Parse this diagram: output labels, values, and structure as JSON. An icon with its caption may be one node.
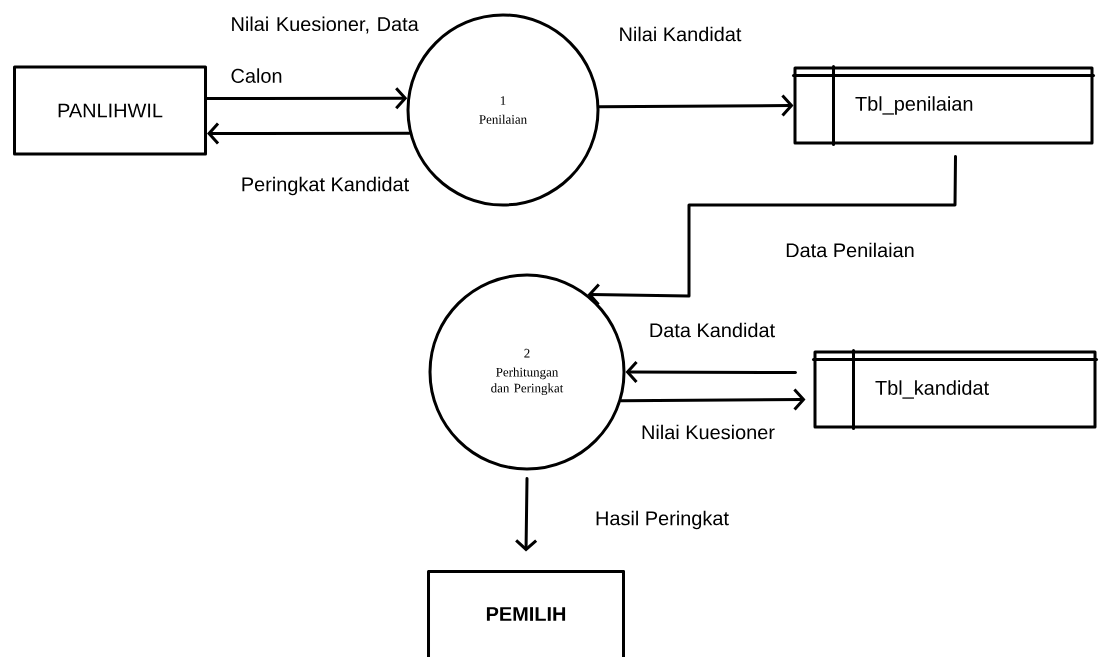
{
  "diagram": {
    "nodes": [
      {
        "text": [
          "PANLIHWIL"
        ]
      },
      {
        "text": [
          "1",
          "Penilaian"
        ]
      },
      {
        "text": [
          "Tbl_penilaian"
        ]
      },
      {
        "text": [
          "2",
          "Perhitungan dan Peringkat"
        ]
      },
      {
        "text": [
          "Tbl_kandidat"
        ]
      },
      {
        "text": [
          "PEMILIH"
        ]
      }
    ],
    "edges": [
      {
        "from": 0,
        "to": 1,
        "arrow": "to",
        "label": "Nilai Kuesioner, Data Calon"
      },
      {
        "from": 1,
        "to": 0,
        "arrow": "to",
        "label": "Peringkat Kandidat"
      },
      {
        "from": 1,
        "to": 2,
        "arrow": "to",
        "label": "Nilai Kandidat"
      },
      {
        "from": 2,
        "to": 3,
        "arrow": "to",
        "label": "Data Penilaian"
      },
      {
        "from": 4,
        "to": 3,
        "arrow": "to",
        "label": "Data Kandidat"
      },
      {
        "from": 3,
        "to": 4,
        "arrow": "to",
        "label": "Nilai Kuesioner"
      },
      {
        "from": 3,
        "to": 5,
        "arrow": "to",
        "label": "Hasil Peringkat"
      }
    ]
  }
}
